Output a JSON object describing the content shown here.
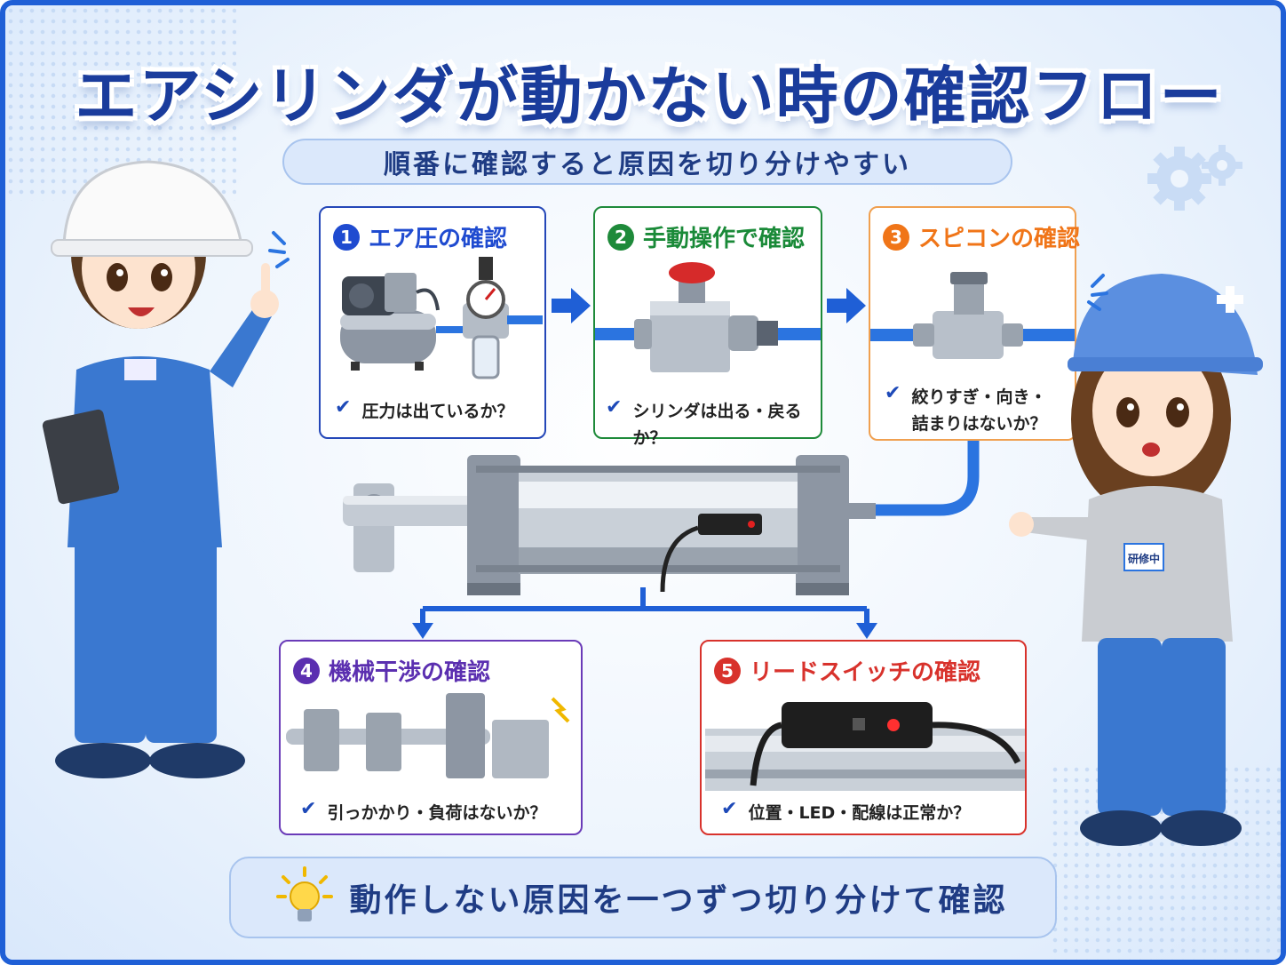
{
  "title": "エアシリンダが動かない時の確認フロー",
  "subtitle": "順番に確認すると原因を切り分けやすい",
  "steps": [
    {
      "number": "1",
      "title": "エア圧の確認",
      "checks": [
        "圧力は出ているか？"
      ],
      "color": "#1f4bd0"
    },
    {
      "number": "2",
      "title": "手動操作で確認",
      "checks": [
        "シリンダは出る・戻るか？"
      ],
      "color": "#1e8a3a"
    },
    {
      "number": "3",
      "title": "スピコンの確認",
      "checks": [
        "絞りすぎ・向き・",
        "詰まりはないか？"
      ],
      "color": "#f07518"
    },
    {
      "number": "4",
      "title": "機械干渉の確認",
      "checks": [
        "引っかかり・負荷はないか？"
      ],
      "color": "#5b2fb0"
    },
    {
      "number": "5",
      "title": "リードスイッチの確認",
      "checks": [
        "位置・LED・配線は正常か？"
      ],
      "color": "#d8322c"
    }
  ],
  "check_mark": "✔",
  "badge": "研修中",
  "bottom_message": "動作しない原因を一つずつ切り分けて確認",
  "icons": [
    "gear-icon",
    "lightbulb-icon",
    "arrow-right-icon",
    "branch-arrow-icon"
  ],
  "colors": {
    "frame": "#1f5fd6",
    "title": "#1a3c9c",
    "tube": "#2b74e0"
  }
}
